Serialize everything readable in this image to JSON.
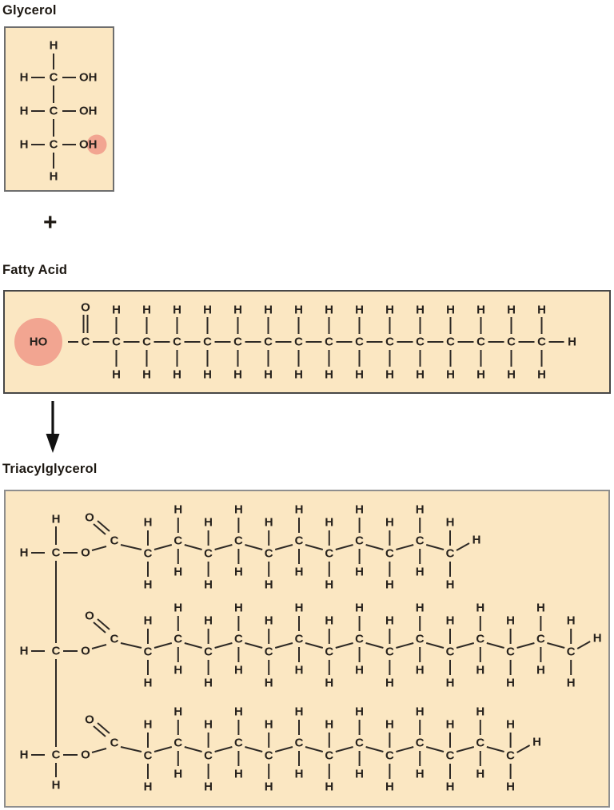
{
  "titles": {
    "glycerol": "Glycerol",
    "fatty_acid": "Fatty Acid",
    "triacylglycerol": "Triacylglycerol"
  },
  "operators": {
    "plus": "+"
  },
  "atoms": {
    "hydrogen": "H",
    "carbon": "C",
    "oxygen": "O",
    "hydroxyl": "OH",
    "hydroxyl_head": "HO"
  },
  "colors": {
    "page_bg": "#ffffff",
    "box_fill": "#fbe7c2",
    "glycerol_box_border": "#6e6e6e",
    "fatty_acid_box_border": "#474747",
    "triacylglycerol_box_border": "#8e8e8e",
    "highlight": "#f2a591",
    "bond": "#2e2a26",
    "atom_text": "#26211c",
    "label_text": "#1d1812",
    "arrow": "#111111"
  },
  "glycerol": {
    "backbone_carbons": 3,
    "hydroxyl_groups": 3,
    "highlighted_hydroxyl_row": 3
  },
  "fatty_acid": {
    "total_carbons": 16,
    "ch2_groups": 15,
    "head_group": "HO",
    "carbonyl_oxygen": "O"
  },
  "triacylglycerol": {
    "ester_links": 3,
    "chains": [
      {
        "zigzag_carbons": 11,
        "total_carbons": 12
      },
      {
        "zigzag_carbons": 15,
        "total_carbons": 16
      },
      {
        "zigzag_carbons": 13,
        "total_carbons": 14
      }
    ]
  }
}
